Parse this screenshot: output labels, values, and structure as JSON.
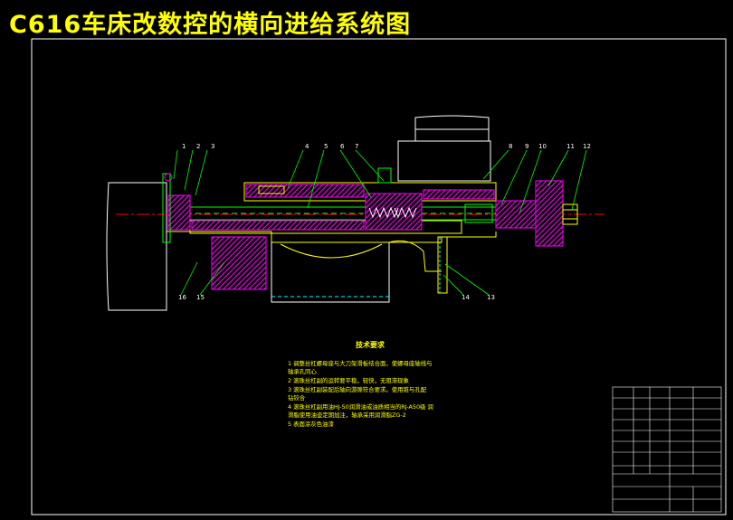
{
  "title": "C616车床改数控的横向进给系统图",
  "colors": {
    "background": "#000000",
    "frame": "#ffffff",
    "outline": "#ffff00",
    "hatch": "#ff00ff",
    "part_body": "#00ff00",
    "center_line": "#ff0000",
    "dimension": "#00ffff"
  },
  "part_labels": [
    "1",
    "2",
    "3",
    "4",
    "5",
    "6",
    "7",
    "8",
    "9",
    "10",
    "11",
    "12",
    "13",
    "14",
    "15",
    "16"
  ],
  "tech_requirements": {
    "title": "技术要求",
    "notes": [
      "1 调整丝杠螺母座与大刀架滑板结合面，使螺母座轴线与",
      "轴承孔同心",
      "2 滚珠丝杠副的运转要平稳，轻快，无阻滞现象",
      "3 滚珠丝杠副装配后轴向游隙符合要求。使用锥与孔配",
      "钻铰合",
      "4 滚珠丝杠副用油HJ-50润滑油或油质相当的RJ-A50级    润",
      "滑脂使用油壶定期加注，轴承采用润滑脂ZG-2",
      "5 表面涂灰色油漆"
    ]
  }
}
